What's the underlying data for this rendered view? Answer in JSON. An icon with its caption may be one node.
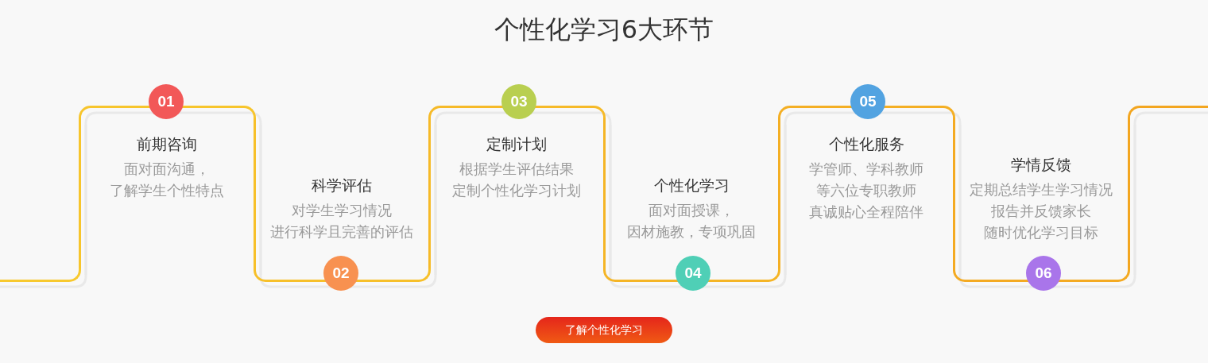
{
  "diagram": {
    "title": "个性化学习6大环节",
    "nodes": [
      {
        "text": [],
        "shape": "box"
      },
      {
        "text": [
          "01"
        ]
      },
      {
        "text": [
          "前期咨询",
          "面对面沟通，了解学生个性特点"
        ]
      },
      {
        "text": [
          "02"
        ]
      },
      {
        "text": [
          "科学评估",
          "对学生学习情况进行科学且完善的评估"
        ]
      },
      {
        "text": [
          "03"
        ]
      },
      {
        "text": [
          "定制计划",
          "根据学生评估结果定制个性化学习计划"
        ]
      },
      {
        "text": [
          "04"
        ]
      },
      {
        "text": [
          "个性化学习",
          "面对面授课，因材施教，专项巩固"
        ]
      },
      {
        "text": [
          "05"
        ]
      },
      {
        "text": [
          "个性化服务",
          "学管师、学科教师等六位专职教师真诚贴心全程陪伴"
        ]
      },
      {
        "text": [
          "06"
        ]
      },
      {
        "text": [
          "学情反馈",
          "定期总结学生学习情况报告并反馈家长随时优化学习目标"
        ]
      },
      {
        "text": [],
        "shape": "box"
      }
    ],
    "labels": [
      "了解个性化学习"
    ]
  }
}
